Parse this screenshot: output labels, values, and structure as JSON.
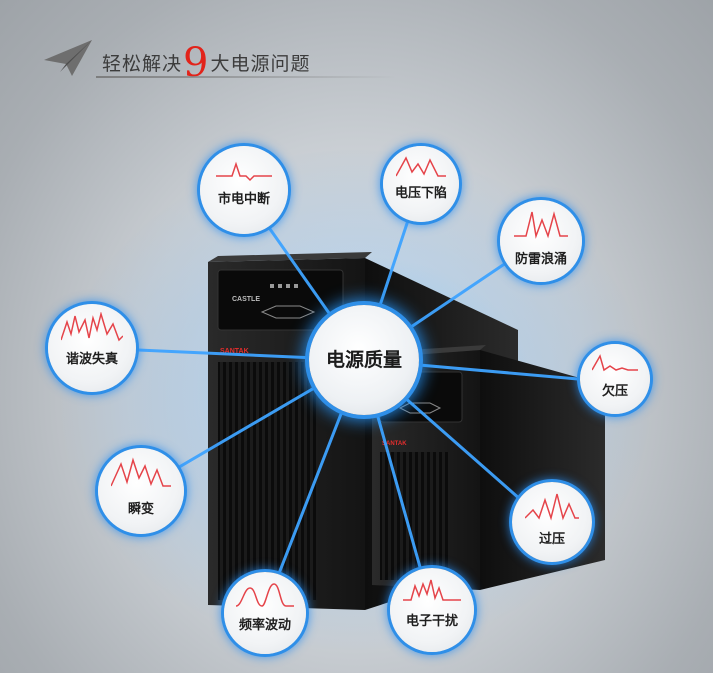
{
  "header": {
    "title_prefix": "轻松解决",
    "title_number": "9",
    "title_suffix": "大电源问题"
  },
  "center": {
    "label": "电源质量"
  },
  "problems": [
    {
      "label": "市电中断"
    },
    {
      "label": "电压下陷"
    },
    {
      "label": "防雷浪涌"
    },
    {
      "label": "谐波失真"
    },
    {
      "label": "欠压"
    },
    {
      "label": "瞬变"
    },
    {
      "label": "过压"
    },
    {
      "label": "频率波动"
    },
    {
      "label": "电子干扰"
    }
  ],
  "devices": {
    "large_brand": "CASTLE",
    "large_logo": "SANTAK",
    "small_logo": "SANTAK"
  },
  "colors": {
    "accent_blue": "#2f8fe8",
    "wave_red": "#e5444a",
    "number_red": "#e2231a",
    "device_black": "#1a1a1a"
  }
}
